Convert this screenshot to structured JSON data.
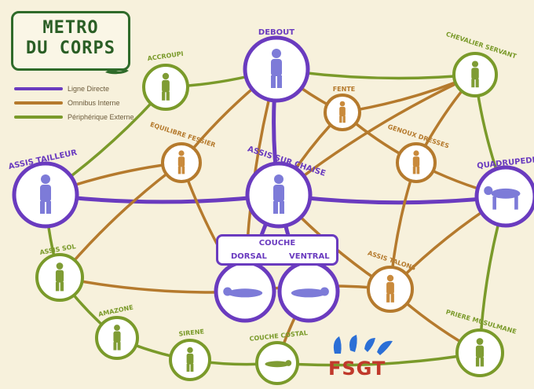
{
  "title": {
    "line1": "METRO",
    "line2": "DU CORPS"
  },
  "legend": [
    {
      "label": "Ligne Directe",
      "color": "#6a3bbf"
    },
    {
      "label": "Omnibus Interne",
      "color": "#b57a2d"
    },
    {
      "label": "Périphérique Externe",
      "color": "#7a9a2a"
    }
  ],
  "couche": {
    "title": "COUCHE",
    "dorsal": "DORSAL",
    "ventral": "VENTRAL"
  },
  "stations": [
    {
      "id": "debout",
      "label": "DEBOUT",
      "line": "direct"
    },
    {
      "id": "accroupi",
      "label": "ACCROUPI",
      "line": "peri"
    },
    {
      "id": "fente",
      "label": "FENTE",
      "line": "omni"
    },
    {
      "id": "chevalier",
      "label": "CHEVALIER SERVANT",
      "line": "peri"
    },
    {
      "id": "assis-tailleur",
      "label": "ASSIS TAILLEUR",
      "line": "direct"
    },
    {
      "id": "equilibre",
      "label": "EQUILIBRE FESSIER",
      "line": "omni"
    },
    {
      "id": "assis-chaise",
      "label": "ASSIS SUR CHAISE",
      "line": "direct"
    },
    {
      "id": "genoux",
      "label": "GENOUX DRESSES",
      "line": "omni"
    },
    {
      "id": "quadrupedie",
      "label": "QUADRUPEDIE",
      "line": "direct"
    },
    {
      "id": "assis-sol",
      "label": "ASSIS SOL",
      "line": "peri"
    },
    {
      "id": "dorsal",
      "label": "",
      "line": "direct"
    },
    {
      "id": "ventral",
      "label": "",
      "line": "direct"
    },
    {
      "id": "assis-talons",
      "label": "ASSIS TALONS",
      "line": "omni"
    },
    {
      "id": "amazone",
      "label": "AMAZONE",
      "line": "peri"
    },
    {
      "id": "sirene",
      "label": "SIRENE",
      "line": "peri"
    },
    {
      "id": "couche-costal",
      "label": "COUCHE COSTAL",
      "line": "peri"
    },
    {
      "id": "priere",
      "label": "PRIERE MUSULMANE",
      "line": "peri"
    }
  ],
  "logo": {
    "text": "FSGT",
    "color": "#c0392b",
    "accent": "#2b6fd6"
  },
  "colors": {
    "direct": "#6a3bbf",
    "omni": "#b57a2d",
    "peri": "#7a9a2a",
    "background": "#f7f1dc",
    "figure_direct": "#7d7bd8",
    "figure_omni": "#c98a3c",
    "figure_peri": "#7f9c34"
  }
}
